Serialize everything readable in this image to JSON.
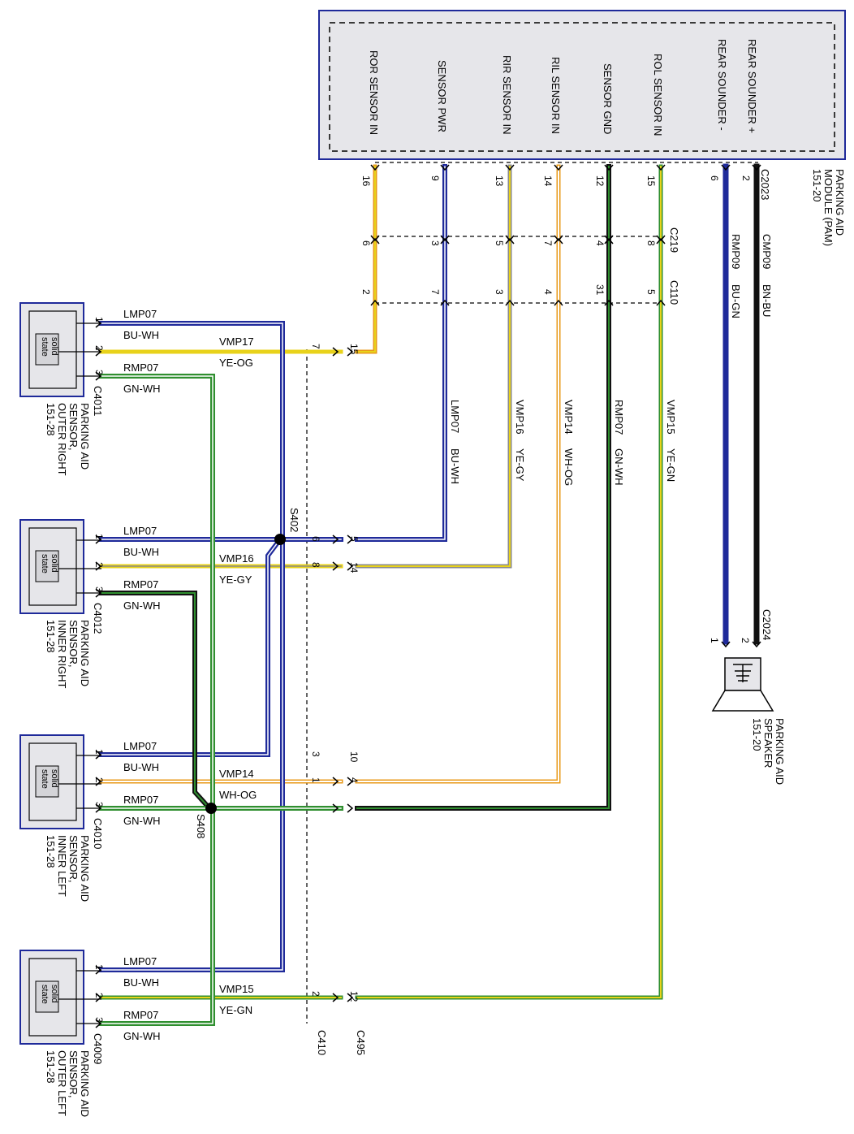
{
  "module": {
    "title_lines": [
      "PARKING AID",
      "MODULE (PAM)",
      "151-20"
    ],
    "connector": "C2023",
    "terminals": [
      {
        "label": "REAR SOUNDER +",
        "pin": "2"
      },
      {
        "label": "REAR SOUNDER -",
        "pin": "6"
      },
      {
        "label": "ROL SENSOR IN",
        "pin": "15"
      },
      {
        "label": "SENSOR GND",
        "pin": "12"
      },
      {
        "label": "RIL SENSOR IN",
        "pin": "14"
      },
      {
        "label": "RIR SENSOR IN",
        "pin": "13"
      },
      {
        "label": "SENSOR PWR",
        "pin": "9"
      },
      {
        "label": "ROR SENSOR IN",
        "pin": "16"
      }
    ]
  },
  "connectors": {
    "c219": {
      "name": "C219",
      "pins": [
        "8",
        "4",
        "7",
        "5",
        "3",
        "6"
      ]
    },
    "c110": {
      "name": "C110",
      "pins": [
        "5",
        "31",
        "4",
        "3",
        "7",
        "2"
      ]
    },
    "c410": {
      "name": "C410"
    },
    "c495": {
      "name": "C495"
    },
    "c2024": {
      "name": "C2024",
      "pins": [
        "2",
        "1"
      ]
    }
  },
  "circuits": {
    "cmp09": {
      "name": "CMP09",
      "color": "BN-BU"
    },
    "rmp09": {
      "name": "RMP09",
      "color": "BU-GN"
    },
    "vmp15": {
      "name": "VMP15",
      "color": "YE-GN"
    },
    "rmp07": {
      "name": "RMP07",
      "color": "GN-WH"
    },
    "vmp14": {
      "name": "VMP14",
      "color": "WH-OG"
    },
    "vmp16": {
      "name": "VMP16",
      "color": "YE-GY"
    },
    "lmp07": {
      "name": "LMP07",
      "color": "BU-WH"
    }
  },
  "splices": {
    "s402": "S402",
    "s408": "S408"
  },
  "speaker": {
    "title_lines": [
      "PARKING AID",
      "SPEAKER",
      "151-20"
    ]
  },
  "sensors": [
    {
      "connector": "C4011",
      "title_lines": [
        "PARKING AID",
        "SENSOR,",
        "OUTER RIGHT",
        "151-28"
      ],
      "box_lines": [
        "solid",
        "state"
      ],
      "pins": [
        "1",
        "2",
        "3"
      ],
      "wires": [
        {
          "name": "LMP07",
          "color": "BU-WH"
        },
        {
          "name": "VMP17",
          "color": "YE-OG"
        },
        {
          "name": "RMP07",
          "color": "GN-WH"
        }
      ],
      "inline_pins": [
        "7",
        "15"
      ]
    },
    {
      "connector": "C4012",
      "title_lines": [
        "PARKING AID",
        "SENSOR,",
        "INNER RIGHT",
        "151-28"
      ],
      "box_lines": [
        "solid",
        "state"
      ],
      "pins": [
        "1",
        "2",
        "3"
      ],
      "wires": [
        {
          "name": "LMP07",
          "color": "BU-WH"
        },
        {
          "name": "VMP16",
          "color": "YE-GY"
        },
        {
          "name": "RMP07",
          "color": "GN-WH"
        }
      ],
      "inline_pins": [
        "6",
        "5",
        "8",
        "14"
      ]
    },
    {
      "connector": "C4010",
      "title_lines": [
        "PARKING AID",
        "SENSOR,",
        "INNER LEFT",
        "151-28"
      ],
      "box_lines": [
        "solid",
        "state"
      ],
      "pins": [
        "1",
        "2",
        "3"
      ],
      "wires": [
        {
          "name": "LMP07",
          "color": "BU-WH"
        },
        {
          "name": "VMP14",
          "color": "WH-OG"
        },
        {
          "name": "RMP07",
          "color": "GN-WH"
        }
      ],
      "inline_pins": [
        "3",
        "10",
        "1",
        "4"
      ]
    },
    {
      "connector": "C4009",
      "title_lines": [
        "PARKING AID",
        "SENSOR,",
        "OUTER LEFT",
        "151-28"
      ],
      "box_lines": [
        "solid",
        "state"
      ],
      "pins": [
        "1",
        "2",
        "3"
      ],
      "wires": [
        {
          "name": "LMP07",
          "color": "BU-WH"
        },
        {
          "name": "VMP15",
          "color": "YE-GN"
        },
        {
          "name": "RMP07",
          "color": "GN-WH"
        }
      ],
      "inline_pins": [
        "2",
        "12"
      ]
    }
  ],
  "wire_colors": {
    "blue": "#1f2a9a",
    "green": "#2f8f2f",
    "black": "#111111",
    "yellow": "#e8d21a",
    "orange": "#e89a1a",
    "gray": "#8a8a8a",
    "white": "#ffffff",
    "module_fill": "#e6e6ea",
    "module_border": "#1f2a9a"
  }
}
